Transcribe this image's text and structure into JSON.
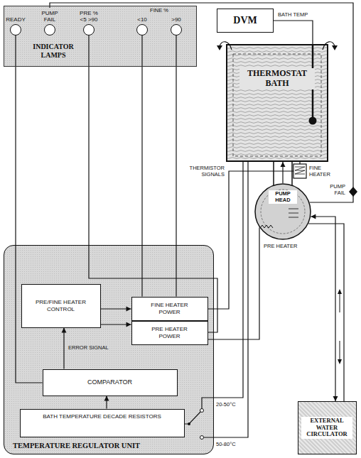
{
  "diagram": {
    "nodes": [
      {
        "text": [
          "INDICATOR LAMPS"
        ]
      },
      {
        "text": [
          "READY"
        ],
        "in": 0
      },
      {
        "text": [
          "PUMP FAIL"
        ],
        "in": 0
      },
      {
        "text": [
          "PRE % <5 >90"
        ],
        "in": 0
      },
      {
        "text": [
          "<10"
        ],
        "in": 0
      },
      {
        "text": [
          ">90"
        ],
        "in": 0
      },
      {
        "text": [
          "DVM"
        ]
      },
      {
        "text": [
          "THERMOSTAT BATH"
        ]
      },
      {
        "text": [
          "PUMP HEAD"
        ]
      },
      {
        "text": [
          "TEMPERATURE REGULATOR UNIT"
        ]
      },
      {
        "text": [
          "PRE/FINE HEATER CONTROL"
        ],
        "in": 9
      },
      {
        "text": [
          "FINE HEATER POWER"
        ],
        "in": 9
      },
      {
        "text": [
          "PRE HEATER POWER"
        ],
        "in": 9
      },
      {
        "text": [
          "COMPARATOR"
        ],
        "in": 9
      },
      {
        "text": [
          "BATH TEMPERATURE DECADE RESISTORS"
        ],
        "in": 9
      },
      {
        "text": [
          "EXTERNAL WATER CIRCULATOR"
        ]
      }
    ],
    "edges": [
      {
        "from": 13,
        "to": 1,
        "arrow": "none"
      },
      {
        "from": 8,
        "to": 2,
        "arrow": "none"
      },
      {
        "from": 12,
        "to": 3,
        "arrow": "none"
      },
      {
        "from": 11,
        "to": 4,
        "arrow": "none"
      },
      {
        "from": 11,
        "to": 5,
        "arrow": "none"
      },
      {
        "from": 6,
        "to": 7,
        "arrow": "none"
      },
      {
        "from": 10,
        "to": 11,
        "arrow": "to"
      },
      {
        "from": 10,
        "to": 12,
        "arrow": "to"
      },
      {
        "from": 13,
        "to": 10,
        "label": "ERROR SIGNAL",
        "arrow": "to"
      },
      {
        "from": 14,
        "to": 13,
        "arrow": "to"
      },
      {
        "from": 7,
        "to": 14,
        "arrow": "none"
      },
      {
        "from": 11,
        "to": 7,
        "arrow": "none"
      },
      {
        "from": 12,
        "to": 8,
        "arrow": "none"
      },
      {
        "from": 8,
        "to": 7,
        "arrow": "to"
      },
      {
        "from": 8,
        "to": 15,
        "arrow": "both"
      }
    ],
    "labels": [
      "FINE %",
      "BATH TEMP",
      "THERMISTOR SIGNALS",
      "FINE HEATER",
      "PUMP FAIL",
      "PRE HEATER",
      "20-50°C",
      "50-80°C"
    ]
  }
}
